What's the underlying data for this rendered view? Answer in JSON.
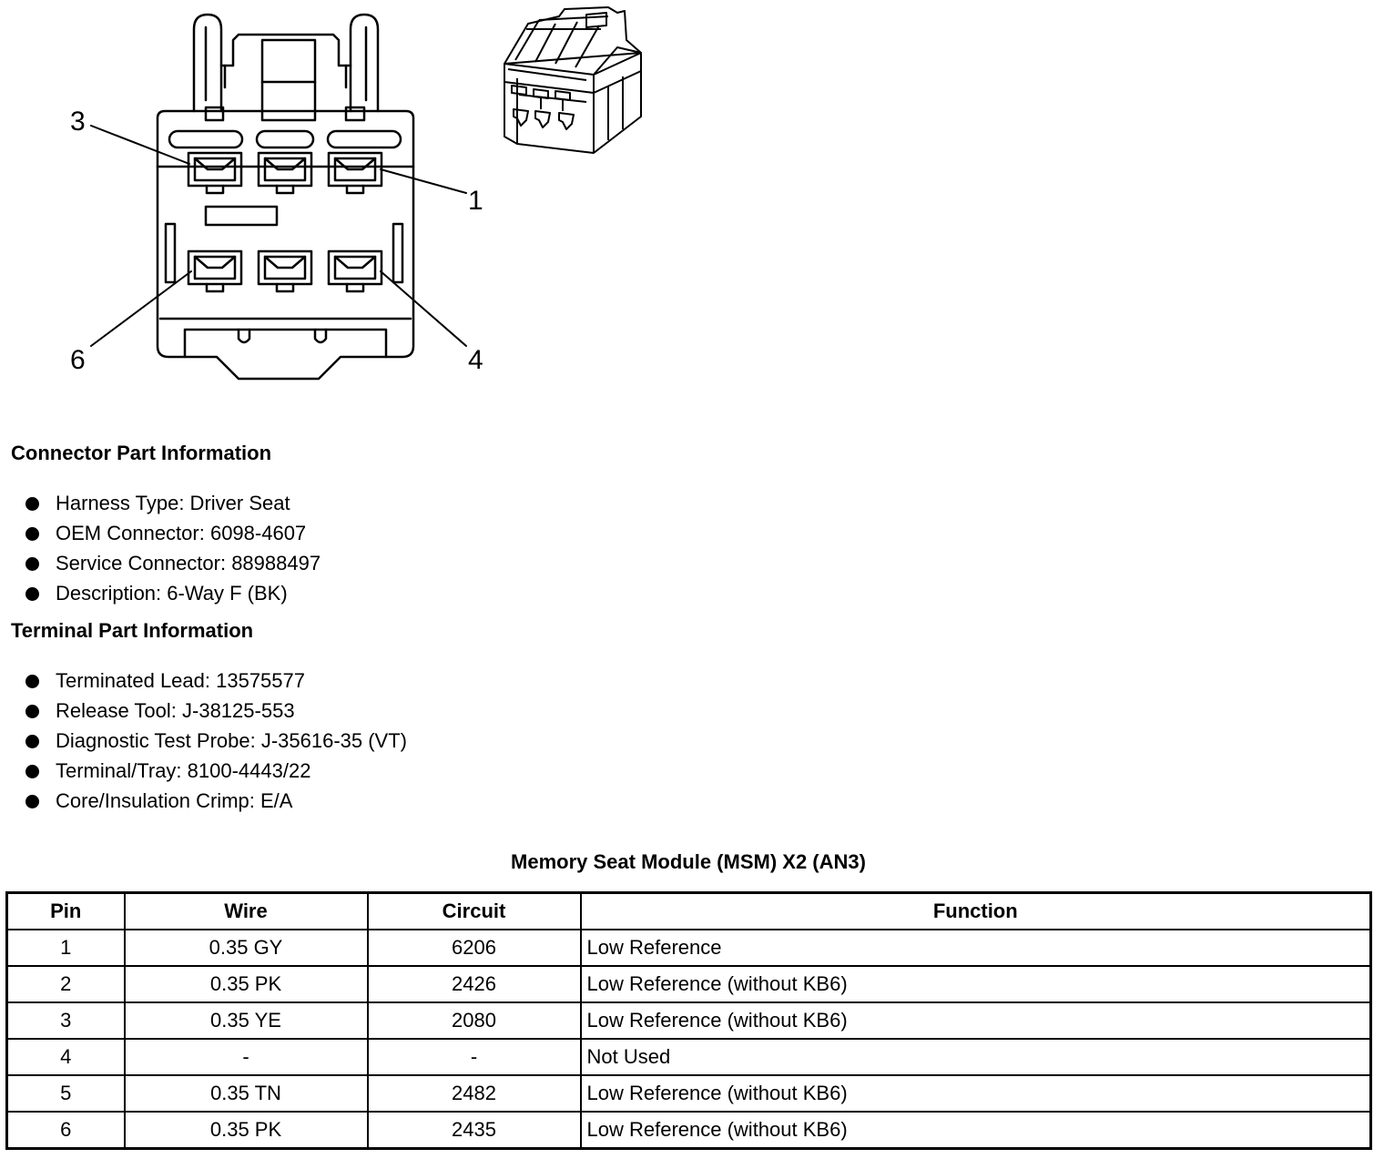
{
  "diagram": {
    "pin_labels": [
      "3",
      "1",
      "6",
      "4"
    ]
  },
  "connector_info": {
    "title": "Connector Part Information",
    "items": [
      "Harness Type: Driver Seat",
      "OEM Connector: 6098-4607",
      "Service Connector: 88988497",
      "Description: 6-Way F (BK)"
    ]
  },
  "terminal_info": {
    "title": "Terminal Part Information",
    "items": [
      "Terminated Lead: 13575577",
      "Release Tool: J-38125-553",
      "Diagnostic Test Probe: J-35616-35 (VT)",
      "Terminal/Tray: 8100-4443/22",
      "Core/Insulation Crimp: E/A"
    ]
  },
  "pin_table": {
    "title": "Memory Seat Module (MSM) X2 (AN3)",
    "headers": [
      "Pin",
      "Wire",
      "Circuit",
      "Function"
    ],
    "rows": [
      [
        "1",
        "0.35 GY",
        "6206",
        "Low Reference"
      ],
      [
        "2",
        "0.35 PK",
        "2426",
        "Low Reference (without KB6)"
      ],
      [
        "3",
        "0.35 YE",
        "2080",
        "Low Reference (without KB6)"
      ],
      [
        "4",
        "-",
        "-",
        "Not Used"
      ],
      [
        "5",
        "0.35 TN",
        "2482",
        "Low Reference (without KB6)"
      ],
      [
        "6",
        "0.35 PK",
        "2435",
        "Low Reference (without KB6)"
      ]
    ]
  }
}
